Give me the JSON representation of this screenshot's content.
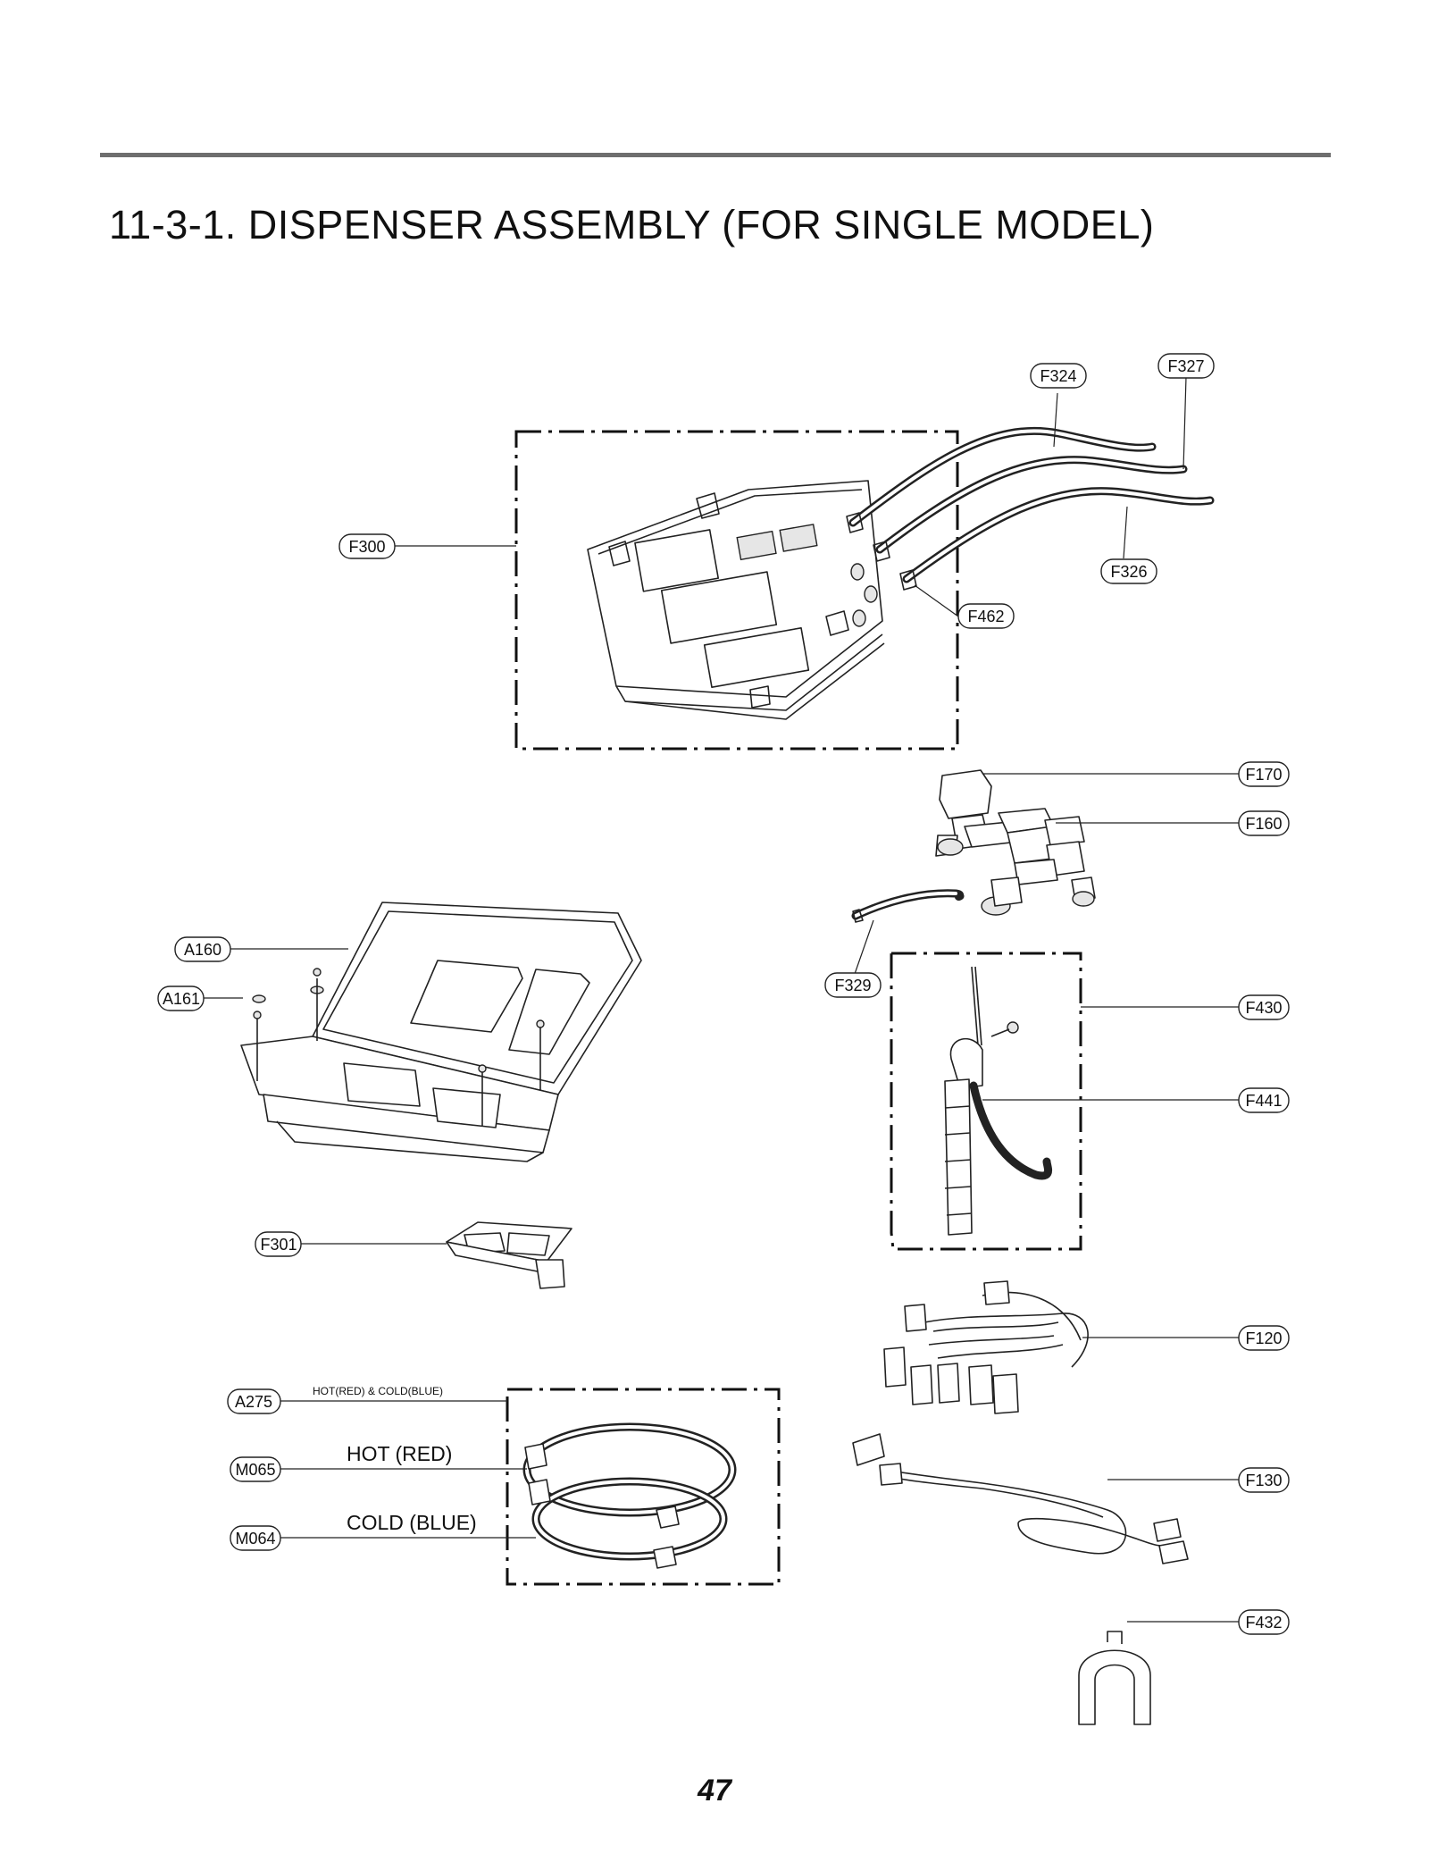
{
  "title": "11-3-1. DISPENSER ASSEMBLY (FOR SINGLE MODEL)",
  "page_number": "47",
  "parts": {
    "F324": "F324",
    "F327": "F327",
    "F300": "F300",
    "F326": "F326",
    "F462": "F462",
    "F170": "F170",
    "F160": "F160",
    "A160": "A160",
    "A161": "A161",
    "F329": "F329",
    "F430": "F430",
    "F441": "F441",
    "F301": "F301",
    "F120": "F120",
    "A275": "A275",
    "M065": "M065",
    "M064": "M064",
    "F130": "F130",
    "F432": "F432"
  },
  "notes": {
    "a275": "HOT(RED) & COLD(BLUE)",
    "hot": "HOT (RED)",
    "cold": "COLD (BLUE)"
  }
}
